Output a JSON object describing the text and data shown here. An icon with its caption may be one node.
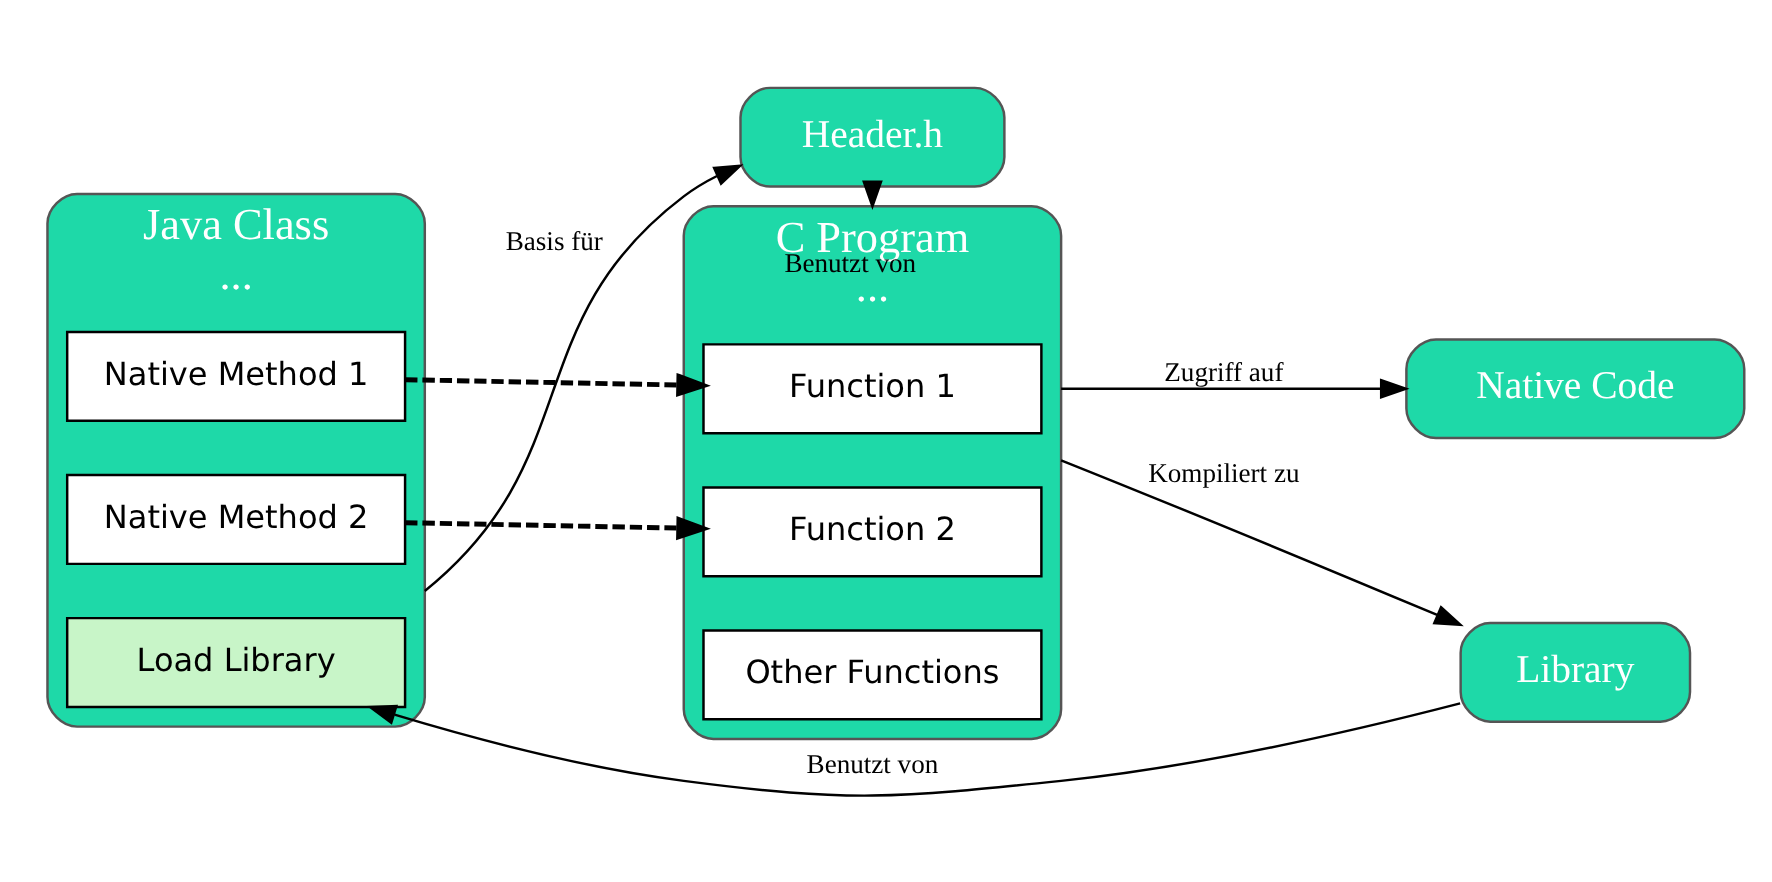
{
  "diagram": {
    "nodes": [
      {
        "text": [
          "Java Class",
          "..."
        ]
      },
      {
        "text": [
          "Load Library"
        ],
        "in": 0
      },
      {
        "text": [
          "Native Method 1"
        ],
        "in": 0
      },
      {
        "text": [
          "Native Method 2"
        ],
        "in": 0
      },
      {
        "text": [
          "Header.h"
        ]
      },
      {
        "text": [
          "C Program",
          "..."
        ]
      },
      {
        "text": [
          "Function 1"
        ],
        "in": 5
      },
      {
        "text": [
          "Function 2"
        ],
        "in": 5
      },
      {
        "text": [
          "Other Functions"
        ],
        "in": 5
      },
      {
        "text": [
          "Native Code"
        ]
      },
      {
        "text": [
          "Library"
        ]
      }
    ],
    "edges": [
      {
        "from": 0,
        "to": 4,
        "arrow": "to",
        "label": "Basis für"
      },
      {
        "from": 4,
        "to": 5,
        "arrow": "to",
        "label": "Benutzt von"
      },
      {
        "from": 5,
        "to": 9,
        "arrow": "to",
        "label": "Zugriff auf"
      },
      {
        "from": 5,
        "to": 10,
        "arrow": "to",
        "label": "Kompiliert zu"
      },
      {
        "from": 10,
        "to": 1,
        "arrow": "to",
        "label": "Benutzt von"
      },
      {
        "from": 2,
        "to": 6,
        "arrow": "to",
        "style": "dashed"
      },
      {
        "from": 3,
        "to": 7,
        "arrow": "to",
        "style": "dashed"
      }
    ]
  }
}
